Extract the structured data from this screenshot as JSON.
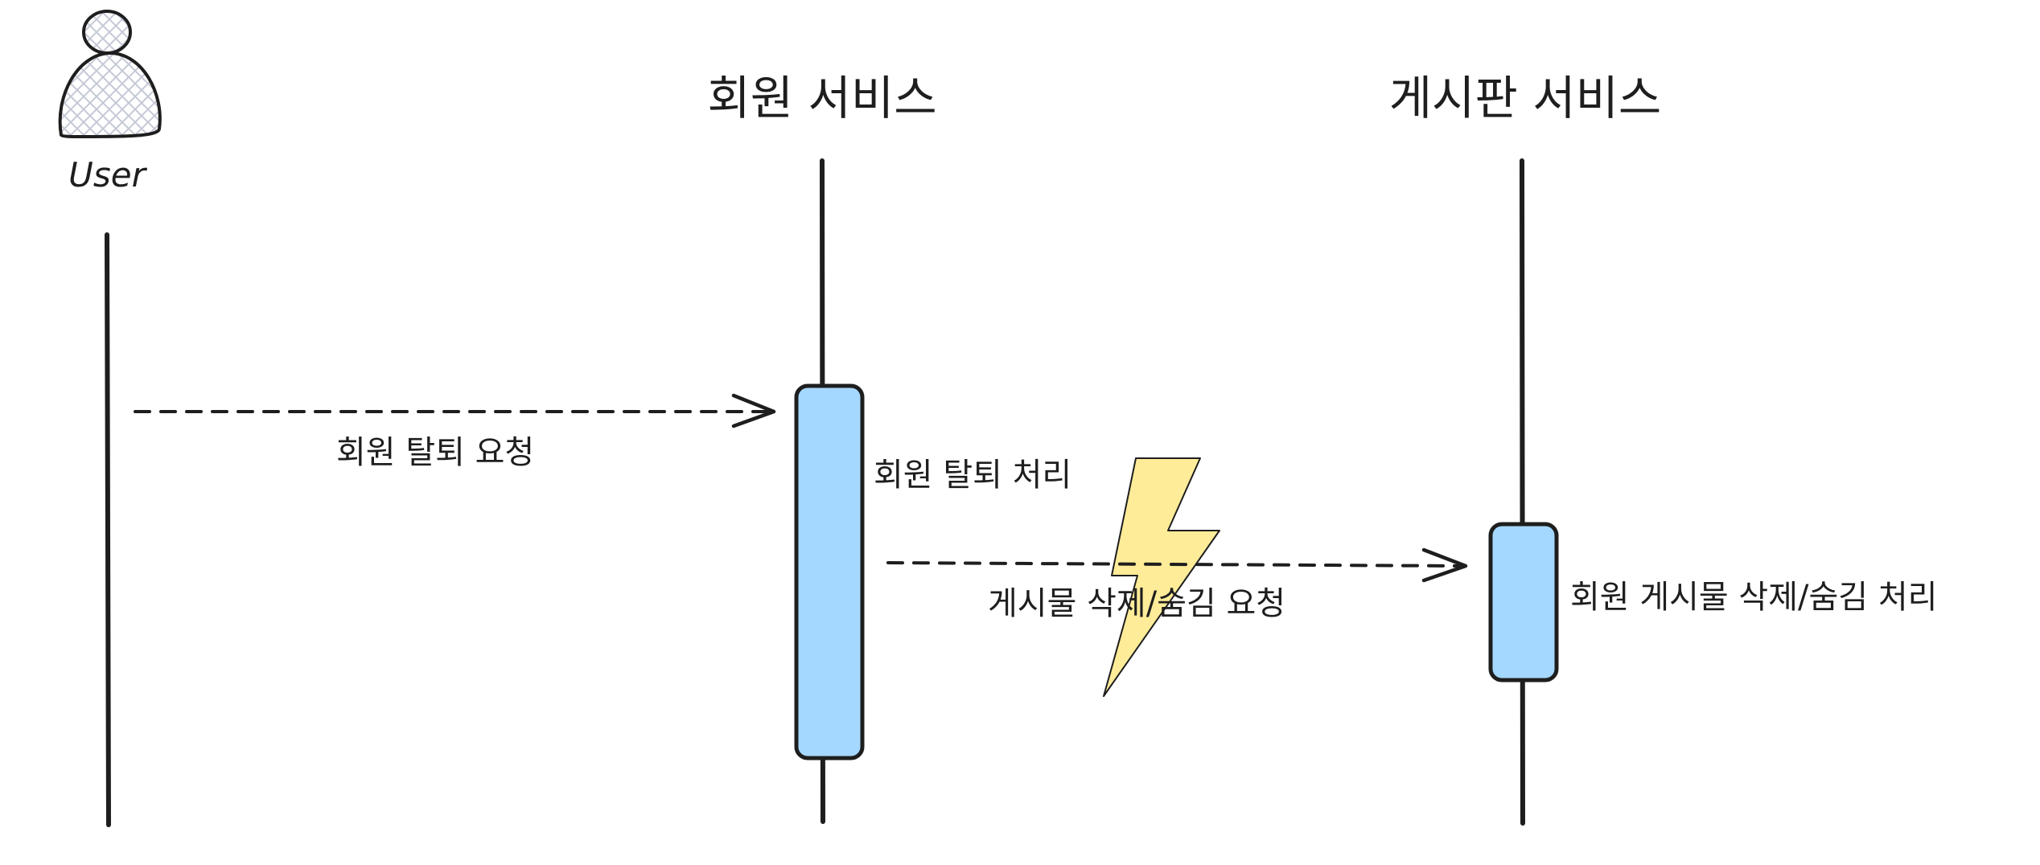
{
  "diagram": {
    "type": "sequence-diagram",
    "actor": {
      "label": "User",
      "icon": "user-icon"
    },
    "participants": [
      {
        "id": "member",
        "label": "회원 서비스"
      },
      {
        "id": "board",
        "label": "게시판 서비스"
      }
    ],
    "messages": [
      {
        "from": "User",
        "to": "member",
        "label": "회원 탈퇴 요청",
        "style": "dashed"
      },
      {
        "from": "member",
        "to": "board",
        "label": "게시물 삭제/숨김 요청",
        "style": "dashed",
        "failure_icon": "lightning-icon"
      }
    ],
    "activations": [
      {
        "participant": "member",
        "label": "회원 탈퇴 처리"
      },
      {
        "participant": "board",
        "label": "회원 게시물 삭제/숨김 처리"
      }
    ],
    "colors": {
      "stroke": "#1e1e1e",
      "activation_fill": "#a5d8ff",
      "lightning_fill": "#ffec99",
      "actor_hatch": "#c5c9d6"
    }
  }
}
